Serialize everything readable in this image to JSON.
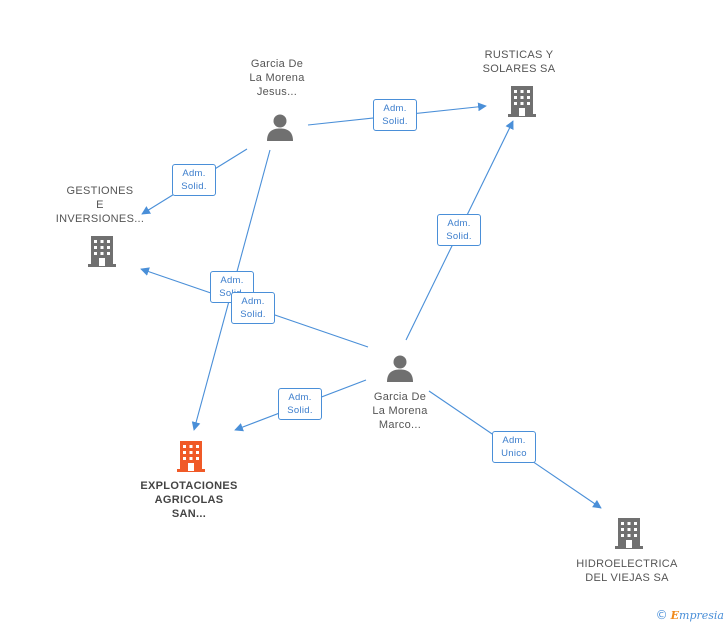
{
  "colors": {
    "edge": "#4a8fd8",
    "person_icon": "#707070",
    "building_icon": "#707070",
    "focus_building_icon": "#f05a28"
  },
  "nodes": {
    "jesus": {
      "label": [
        "Garcia De",
        "La Morena",
        "Jesus..."
      ],
      "icon": "person-icon"
    },
    "marco": {
      "label": [
        "Garcia De",
        "La Morena",
        "Marco..."
      ],
      "icon": "person-icon"
    },
    "rusticas": {
      "label": [
        "RUSTICAS Y",
        "SOLARES SA"
      ],
      "icon": "building-icon"
    },
    "gestiones": {
      "label": [
        "GESTIONES",
        "E",
        "INVERSIONES..."
      ],
      "icon": "building-icon"
    },
    "explotaciones": {
      "label": [
        "EXPLOTACIONES",
        "AGRICOLAS",
        "SAN..."
      ],
      "icon": "building-icon"
    },
    "hidroelectrica": {
      "label": [
        "HIDROELECTRICA",
        "DEL VIEJAS SA"
      ],
      "icon": "building-icon"
    }
  },
  "edges": [
    {
      "from": "jesus",
      "to": "rusticas",
      "label": [
        "Adm.",
        "Solid."
      ]
    },
    {
      "from": "jesus",
      "to": "gestiones",
      "label": [
        "Adm.",
        "Solid."
      ]
    },
    {
      "from": "jesus",
      "to": "explotaciones",
      "label": [
        "Adm.",
        "Solid."
      ]
    },
    {
      "from": "marco",
      "to": "rusticas",
      "label": [
        "Adm.",
        "Solid."
      ]
    },
    {
      "from": "marco",
      "to": "gestiones",
      "label": [
        "Adm.",
        "Solid."
      ]
    },
    {
      "from": "marco",
      "to": "explotaciones",
      "label": [
        "Adm.",
        "Solid."
      ]
    },
    {
      "from": "marco",
      "to": "hidroelectrica",
      "label": [
        "Adm.",
        "Unico"
      ]
    }
  ],
  "watermark": {
    "copyright": "©",
    "brand_initial": "E",
    "brand_rest": "mpresia"
  }
}
